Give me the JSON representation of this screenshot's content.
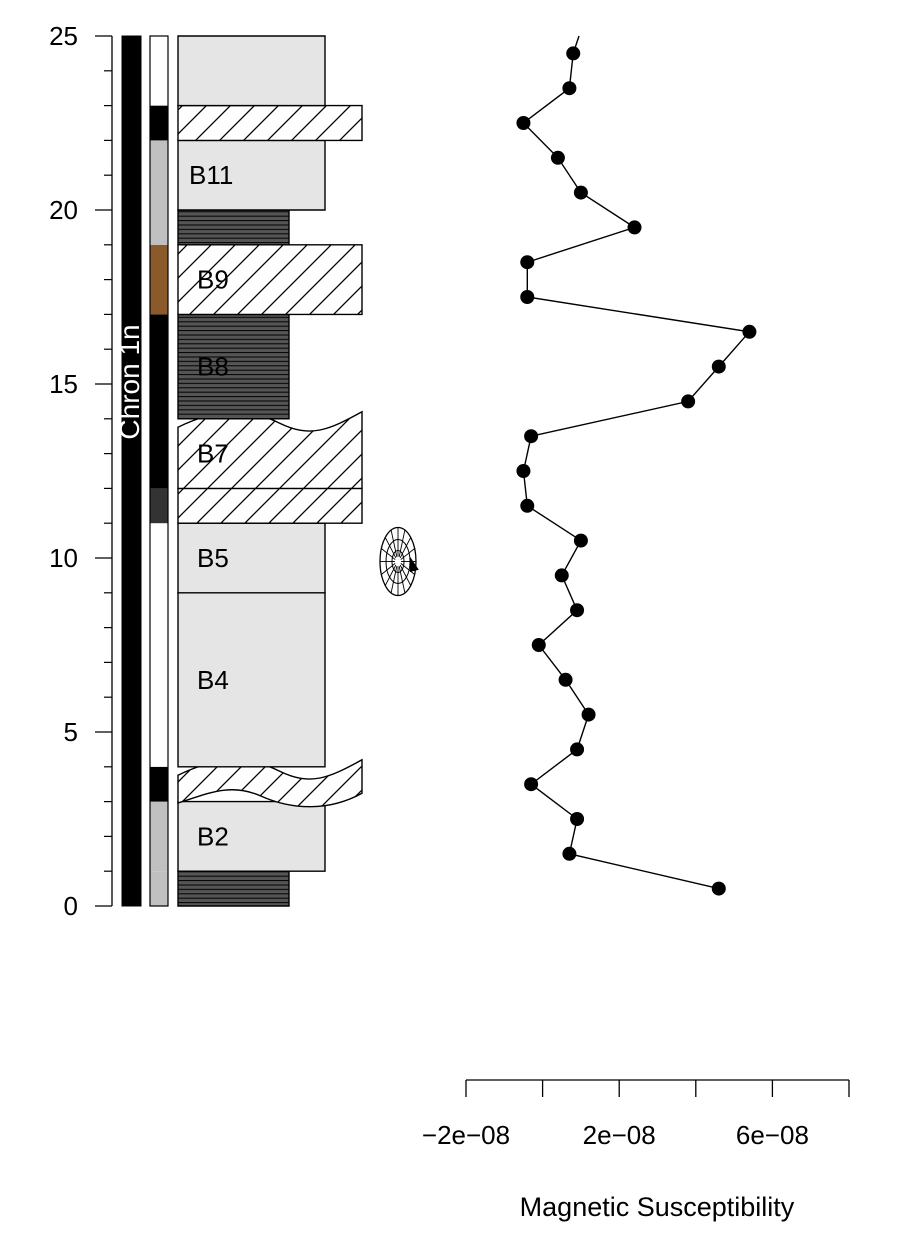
{
  "chart_data": {
    "type": "scatter",
    "depth_axis": {
      "range": [
        0,
        25
      ],
      "major_ticks": [
        0,
        5,
        10,
        15,
        20,
        25
      ],
      "minor_ticks": [
        1,
        2,
        3,
        4,
        6,
        7,
        8,
        9,
        11,
        12,
        13,
        14,
        16,
        17,
        18,
        19,
        21,
        22,
        23,
        24
      ]
    },
    "magnetozones": [
      {
        "from": 0,
        "to": 25,
        "color": "#000000",
        "label": "Chron 1n"
      }
    ],
    "facies_column": [
      {
        "from": 0,
        "to": 1,
        "color": "#c0c0c0"
      },
      {
        "from": 1,
        "to": 3,
        "color": "#c0c0c0"
      },
      {
        "from": 3,
        "to": 4,
        "color": "#000000"
      },
      {
        "from": 4,
        "to": 9,
        "color": "#ffffff"
      },
      {
        "from": 9,
        "to": 11,
        "color": "#ffffff"
      },
      {
        "from": 11,
        "to": 12,
        "color": "#333333"
      },
      {
        "from": 12,
        "to": 17,
        "color": "#000000"
      },
      {
        "from": 17,
        "to": 19,
        "color": "#8b5a2b"
      },
      {
        "from": 19,
        "to": 20,
        "color": "#c0c0c0"
      },
      {
        "from": 20,
        "to": 22,
        "color": "#c0c0c0"
      },
      {
        "from": 22,
        "to": 23,
        "color": "#000000"
      },
      {
        "from": 23,
        "to": 25,
        "color": "#ffffff"
      }
    ],
    "beds": [
      {
        "from": 0,
        "to": 1,
        "pattern": "horizontal",
        "width": 1,
        "label": ""
      },
      {
        "from": 1,
        "to": 3,
        "pattern": "plain",
        "width": 2,
        "label": "B2"
      },
      {
        "from": 3,
        "to": 4,
        "pattern": "hatch",
        "width": 3,
        "label": "",
        "wavy_top": true,
        "wavy_bottom": true
      },
      {
        "from": 4,
        "to": 9,
        "pattern": "plain",
        "width": 2,
        "label": "B4"
      },
      {
        "from": 9,
        "to": 11,
        "pattern": "plain",
        "width": 2,
        "label": "B5"
      },
      {
        "from": 11,
        "to": 12,
        "pattern": "hatch",
        "width": 3,
        "label": ""
      },
      {
        "from": 12,
        "to": 14,
        "pattern": "hatch",
        "width": 3,
        "label": "B7",
        "wavy_top": true
      },
      {
        "from": 14,
        "to": 17,
        "pattern": "horizontal",
        "width": 1,
        "label": "B8"
      },
      {
        "from": 17,
        "to": 19,
        "pattern": "hatch",
        "width": 3,
        "label": "B9"
      },
      {
        "from": 19,
        "to": 20,
        "pattern": "horizontal",
        "width": 1,
        "label": ""
      },
      {
        "from": 20,
        "to": 22,
        "pattern": "plain",
        "width": 2,
        "label": "B11"
      },
      {
        "from": 22,
        "to": 23,
        "pattern": "hatch",
        "width": 3,
        "label": ""
      },
      {
        "from": 23,
        "to": 25,
        "pattern": "plain",
        "width": 2,
        "label": ""
      }
    ],
    "fossil_marker": {
      "depth": 9.9,
      "icon": "ammonite-icon"
    },
    "series": [
      {
        "x": [
          4.6e-08,
          7e-09,
          9e-09,
          -3e-09,
          9e-09,
          1.2e-08,
          6e-09,
          -1e-09,
          9e-09,
          5e-09,
          1e-08,
          -4e-09,
          -5e-09,
          -3e-09,
          3.8e-08,
          4.6e-08,
          5.4e-08,
          -4e-09,
          -4e-09,
          2.4e-08,
          1e-08,
          4e-09,
          -5e-09,
          7e-09,
          8e-09,
          9.5e-09
        ],
        "y": [
          0.5,
          1.5,
          2.5,
          3.5,
          4.5,
          5.5,
          6.5,
          7.5,
          8.5,
          9.5,
          10.5,
          11.5,
          12.5,
          13.5,
          14.5,
          15.5,
          16.5,
          17.5,
          18.5,
          19.5,
          20.5,
          21.5,
          22.5,
          23.5,
          24.5,
          25
        ]
      }
    ],
    "x_axis": {
      "label": "Magnetic Susceptibility",
      "range": [
        -2e-08,
        8e-08
      ],
      "ticks": [
        -2e-08,
        0,
        2e-08,
        4e-08,
        6e-08,
        8e-08
      ],
      "tick_labels": [
        "−2e−08",
        "",
        "2e−08",
        "",
        "6e−08",
        ""
      ]
    }
  }
}
